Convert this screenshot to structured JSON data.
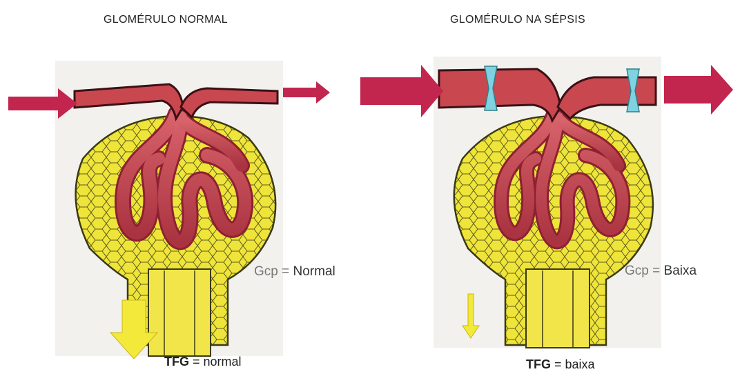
{
  "titles": {
    "left": "GLOMÉRULO NORMAL",
    "right": "GLOMÉRULO NA SÉPSIS"
  },
  "left_panel": {
    "gcp_label": "Gcp =",
    "gcp_value": "Normal",
    "tfg_label": "TFG",
    "tfg_value": "= normal"
  },
  "right_panel": {
    "gcp_label": "Gcp =",
    "gcp_value": "Baixa",
    "tfg_label": "TFG",
    "tfg_value": "= baixa"
  },
  "colors": {
    "arrow_red": "#c2254d",
    "vessel_red": "#c9474f",
    "vessel_dark": "#8e2030",
    "capsule_yellow": "#efe43a",
    "cell_outline": "#5b5a1e",
    "tubule_yellow": "#f1e54a",
    "flow_arrow": "#f3e93a",
    "constriction_blue": "#7fd3e0",
    "paper": "#f2f1ee"
  }
}
